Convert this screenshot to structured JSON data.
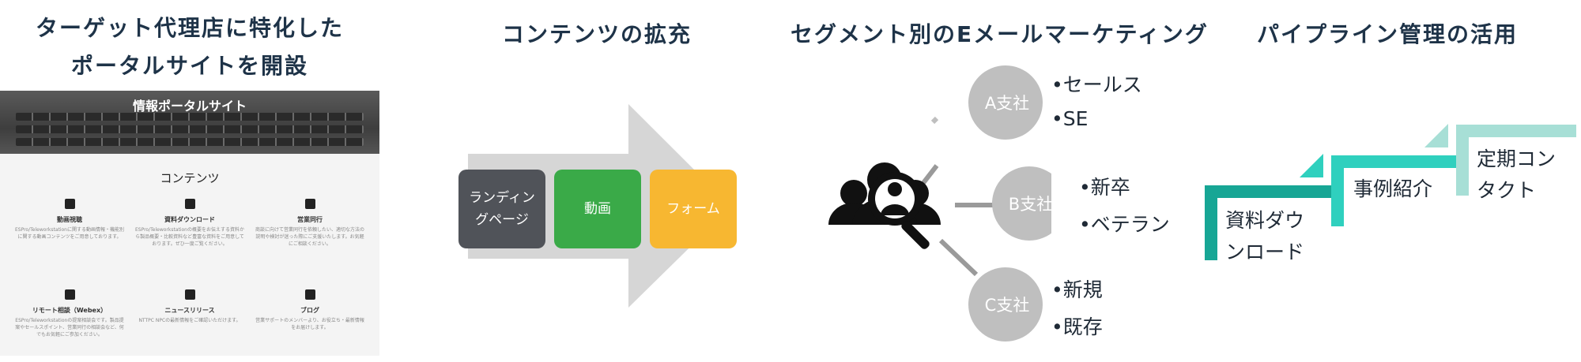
{
  "portal": {
    "title_line1": "ターゲット代理店に特化した",
    "title_line2": "ポータルサイトを開設",
    "screenshot": {
      "hero_title": "情報ポータルサイト",
      "section_title": "コンテンツ",
      "cards": [
        {
          "icon": "play-icon",
          "label": "動画視聴",
          "desc": "ESPro/Teleworkstationに関する動画情報・機能別に関する動画コンテンツをご用意しております。"
        },
        {
          "icon": "document-icon",
          "label": "資料ダウンロード",
          "desc": "ESPro/Teleworkstationの概要をお伝えする資料から製品概要・比較資料など豊富な資料をご用意しております。ぜひ一度ご覧ください。"
        },
        {
          "icon": "calendar-icon",
          "label": "営業同行",
          "desc": "商談に向けて営業同行を依頼したい、適切な方法の説明や検討が迷った際にご支援いたします。お気軽にご相談ください。"
        },
        {
          "icon": "team-icon",
          "label": "リモート相談（Webex）",
          "desc": "ESPro/Teleworkstationの提案相談会です。製品提案やセールスポイント、営業同行の相談会など、何でもお気軽にご参加ください。"
        },
        {
          "icon": "news-icon",
          "label": "ニュースリリース",
          "desc": "NTTPC NPCの最新情報をご確認いただけます。"
        },
        {
          "icon": "blog-icon",
          "label": "ブログ",
          "desc": "営業サポートのメンバーより、お役立ち・最新情報をお届けします。"
        }
      ]
    }
  },
  "contents": {
    "title": "コンテンツの拡充",
    "items": [
      {
        "label_line1": "ランディン",
        "label_line2": "グページ",
        "color": "#505359"
      },
      {
        "label_line1": "動画",
        "label_line2": "",
        "color": "#3aaa48"
      },
      {
        "label_line1": "フォーム",
        "label_line2": "",
        "color": "#f7b731"
      }
    ],
    "arrow_color": "#d6d6d6"
  },
  "segment": {
    "title": "セグメント別のEメールマーケティング",
    "circle_color": "#bfbfbf",
    "companies": [
      {
        "label": "A支社",
        "bullets": [
          "•セールス",
          "•SE"
        ]
      },
      {
        "label": "B支社",
        "bullets": [
          "•新卒",
          "•ベテラン"
        ]
      },
      {
        "label": "C支社",
        "bullets": [
          "•新規",
          "•既存"
        ]
      }
    ]
  },
  "pipeline": {
    "title": "パイプライン管理の活用",
    "steps": [
      {
        "label_line1": "資料ダウ",
        "label_line2": "ンロード",
        "color": "#17a695"
      },
      {
        "label_line1": "事例紹介",
        "label_line2": "",
        "color": "#2fd0be"
      },
      {
        "label_line1": "定期コン",
        "label_line2": "タクト",
        "color": "#a7dfd6"
      }
    ]
  }
}
